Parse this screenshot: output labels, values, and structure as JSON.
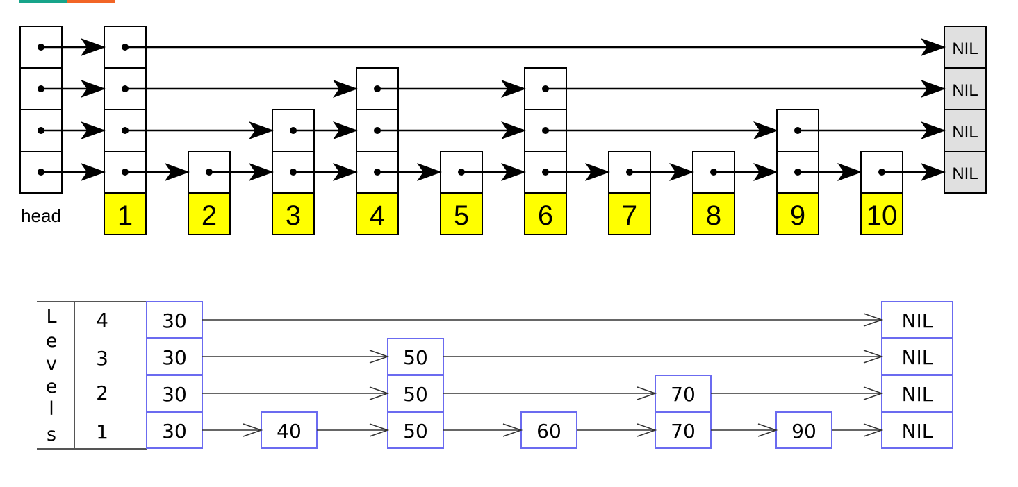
{
  "colors": {
    "key_fill": "#ffff00",
    "nil_fill": "#e0e0e0",
    "node_border_v2": "#6b6bf0",
    "accent_teal": "#17a48a",
    "accent_orange": "#f26526"
  },
  "diagram_top": {
    "head_label": "head",
    "head_levels": 4,
    "nil_label": "NIL",
    "nodes": [
      {
        "key": "1",
        "levels": 4
      },
      {
        "key": "2",
        "levels": 1
      },
      {
        "key": "3",
        "levels": 2
      },
      {
        "key": "4",
        "levels": 3
      },
      {
        "key": "5",
        "levels": 1
      },
      {
        "key": "6",
        "levels": 3
      },
      {
        "key": "7",
        "levels": 1
      },
      {
        "key": "8",
        "levels": 1
      },
      {
        "key": "9",
        "levels": 2
      },
      {
        "key": "10",
        "levels": 1
      }
    ]
  },
  "diagram_bottom": {
    "axis_label_letters": [
      "L",
      "e",
      "v",
      "e",
      "l",
      "s"
    ],
    "level_numbers": [
      "4",
      "3",
      "2",
      "1"
    ],
    "nil_label": "NIL",
    "nodes": [
      {
        "key": "30",
        "levels": 4
      },
      {
        "key": "40",
        "levels": 1
      },
      {
        "key": "50",
        "levels": 3
      },
      {
        "key": "60",
        "levels": 1
      },
      {
        "key": "70",
        "levels": 2
      },
      {
        "key": "90",
        "levels": 1
      }
    ]
  }
}
